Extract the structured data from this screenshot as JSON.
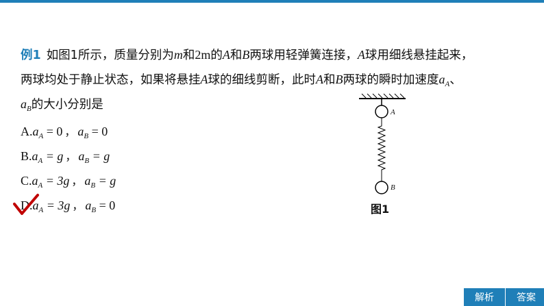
{
  "question": {
    "label": "例1",
    "line1_a": "如图1所示，质量分别为",
    "m1": "m",
    "and1": "和",
    "m2": "2m",
    "line1_b": "的",
    "A": "A",
    "and2": "和",
    "B": "B",
    "line1_c": "两球用轻弹簧连接，",
    "A2": "A",
    "line1_d": "球用细线悬挂起来，",
    "line2_a": "两球均处于静止状态，如果将悬挂",
    "A3": "A",
    "line2_b": "球的细线剪断，此时",
    "A4": "A",
    "and3": "和",
    "B2": "B",
    "line2_c": "两球的瞬时加速度",
    "aA": "a",
    "aA_sub": "A",
    "dun": "、",
    "aB": "a",
    "aB_sub": "B",
    "line3": "的大小分别是"
  },
  "options": [
    {
      "letter": "A.",
      "a": "a",
      "subA": "A",
      "valA": " = 0",
      "sep": "，",
      "b": "a",
      "subB": "B",
      "valB": " = 0"
    },
    {
      "letter": "B.",
      "a": "a",
      "subA": "A",
      "valA": " = g",
      "sep": "，",
      "b": "a",
      "subB": "B",
      "valB": " = g"
    },
    {
      "letter": "C.",
      "a": "a",
      "subA": "A",
      "valA": " = 3g",
      "sep": "，",
      "b": "a",
      "subB": "B",
      "valB": " = g"
    },
    {
      "letter": "D.",
      "a": "a",
      "subA": "A",
      "valA": " = 3g",
      "sep": "，",
      "b": "a",
      "subB": "B",
      "valB": " = 0"
    }
  ],
  "figure": {
    "ball_a_label": "A",
    "ball_b_label": "B",
    "caption": "图1"
  },
  "buttons": {
    "analysis": "解析",
    "answer": "答案"
  },
  "colors": {
    "accent": "#1f7fb8",
    "check": "#c00000"
  }
}
